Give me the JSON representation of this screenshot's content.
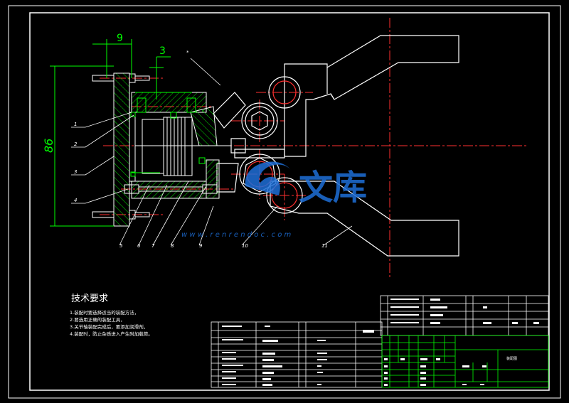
{
  "drawing": {
    "dimension_top": "9",
    "dimension_small": "3",
    "dimension_vertical": "86",
    "part_labels": [
      "1",
      "2",
      "3",
      "4",
      "5",
      "6",
      "7",
      "8",
      "9",
      "10",
      "11"
    ],
    "asterisk_label": "*"
  },
  "watermark": {
    "logo_text": "文库",
    "url": "w w w . r e n r e n d o c . c o m"
  },
  "notes": {
    "title": "技术要求",
    "lines": [
      "1.装配时要选择适当的装配方法，",
      "2.要选用正确的装配工具，",
      "3.关节轴装配完成后，要添加润滑剂，",
      "4.装配时，防止杂质进入产生附加载荷。"
    ]
  },
  "title_block": {
    "name": "装配图"
  },
  "colors": {
    "background": "#000000",
    "outline": "#ffffff",
    "part": "#00ff00",
    "hatch": "#00ff00",
    "center": "#ff0000",
    "dimension": "#00ff00",
    "leader": "#ffffff",
    "watermark": "#1e6fd8"
  }
}
